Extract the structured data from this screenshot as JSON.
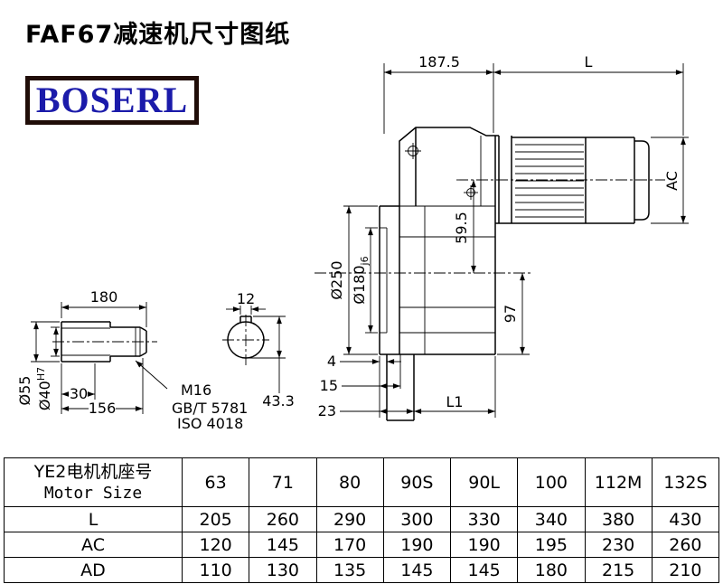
{
  "page": {
    "title": "FAF67减速机尺寸图纸",
    "logo_text": "BOSERL"
  },
  "drawing": {
    "top_width": "187.5",
    "motor_length_label": "L",
    "motor_diameter_label": "AC",
    "flange_diameter": "Ø250",
    "spigot_diameter": "Ø180",
    "spigot_fit": "j6",
    "axis_offset": "59.5",
    "lower_height": "97",
    "offset_4": "4",
    "offset_15": "15",
    "offset_23": "23",
    "l1_label": "L1",
    "shaft_length": "180",
    "key_width": "12",
    "shaft_diameter": "Ø55",
    "bore_diameter": "Ø40",
    "bore_fit": "H7",
    "key_length": "30",
    "fit_length": "156",
    "thread_spec": "M16",
    "bolt_standard": "GB/T 5781",
    "iso_standard": "ISO 4018",
    "key_height": "43.3"
  },
  "table": {
    "header": {
      "cn": "YE2电机机座号",
      "en": "Motor Size"
    },
    "sizes": [
      "63",
      "71",
      "80",
      "90S",
      "90L",
      "100",
      "112M",
      "132S"
    ],
    "rows": [
      {
        "label": "L",
        "values": [
          "205",
          "260",
          "290",
          "300",
          "330",
          "340",
          "380",
          "430"
        ]
      },
      {
        "label": "AC",
        "values": [
          "120",
          "145",
          "170",
          "190",
          "190",
          "195",
          "230",
          "260"
        ]
      },
      {
        "label": "AD",
        "values": [
          "110",
          "130",
          "135",
          "145",
          "145",
          "180",
          "215",
          "210"
        ]
      }
    ]
  }
}
